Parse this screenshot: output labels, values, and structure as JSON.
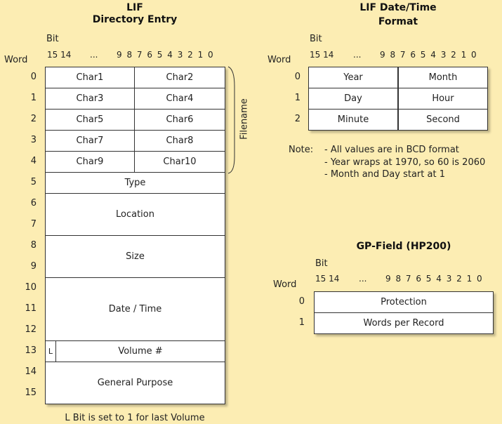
{
  "left": {
    "title1": "LIF",
    "title2": "Directory Entry",
    "bit": "Bit",
    "word": "Word",
    "bits_hi": "15 14",
    "ellipsis": "...",
    "bits_lo": "9 8 7 6 5 4 3 2 1 0",
    "words": [
      "0",
      "1",
      "2",
      "3",
      "4",
      "5",
      "6",
      "7",
      "8",
      "9",
      "10",
      "11",
      "12",
      "13",
      "14",
      "15"
    ],
    "chars": [
      "Char1",
      "Char2",
      "Char3",
      "Char4",
      "Char5",
      "Char6",
      "Char7",
      "Char8",
      "Char9",
      "Char10"
    ],
    "type": "Type",
    "location": "Location",
    "size": "Size",
    "datetime": "Date / Time",
    "l_bit": "L",
    "volume": "Volume #",
    "general": "General Purpose",
    "filename": "Filename",
    "footer": "L Bit is set to 1 for last Volume"
  },
  "datetime": {
    "title1": "LIF Date/Time",
    "title2": "Format",
    "bit": "Bit",
    "word": "Word",
    "bits_hi": "15 14",
    "ellipsis": "...",
    "bits_lo": "9 8 7 6 5 4 3 2 1 0",
    "words": [
      "0",
      "1",
      "2"
    ],
    "cells": [
      "Year",
      "Month",
      "Day",
      "Hour",
      "Minute",
      "Second"
    ],
    "note_label": "Note:",
    "notes": [
      "- All values are in BCD format",
      "- Year wraps at 1970, so 60 is 2060",
      "- Month and Day start at 1"
    ]
  },
  "gp": {
    "title": "GP-Field (HP200)",
    "bit": "Bit",
    "word": "Word",
    "bits_hi": "15 14",
    "ellipsis": "...",
    "bits_lo": "9 8 7 6 5 4 3 2 1 0",
    "words": [
      "0",
      "1"
    ],
    "rows": [
      "Protection",
      "Words per Record"
    ]
  }
}
